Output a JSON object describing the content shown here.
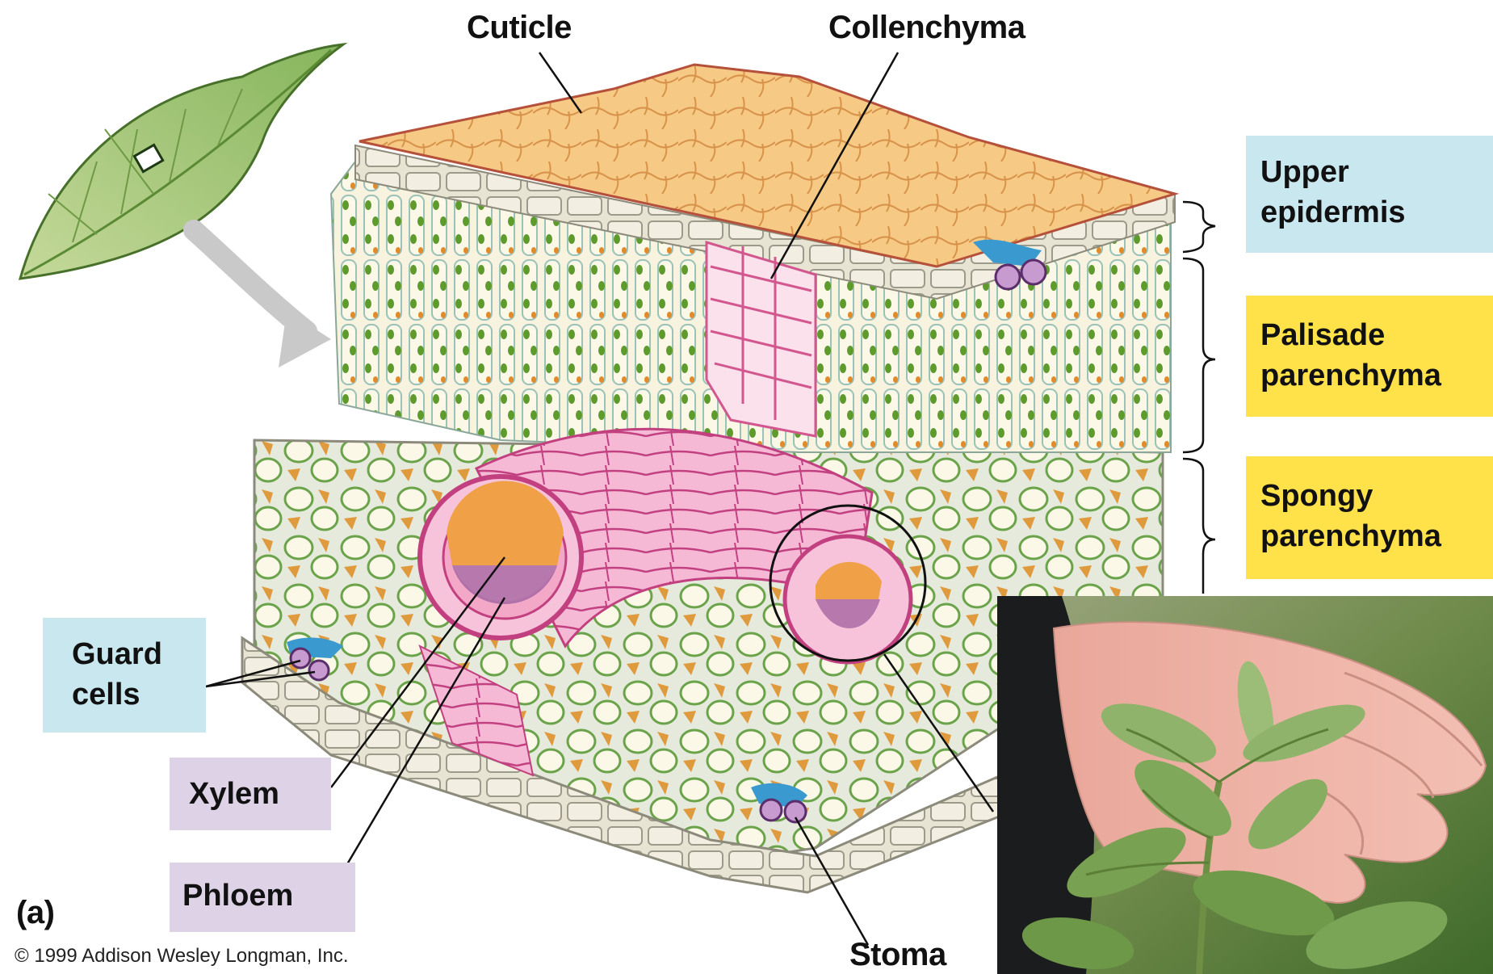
{
  "labels": {
    "cuticle": "Cuticle",
    "collenchyma": "Collenchyma",
    "upper_epidermis": [
      "Upper",
      "epidermis"
    ],
    "palisade_parenchyma": [
      "Palisade",
      "parenchyma"
    ],
    "spongy_parenchyma": [
      "Spongy",
      "parenchyma"
    ],
    "guard_cells": [
      "Guard",
      "cells"
    ],
    "xylem": "Xylem",
    "phloem": "Phloem",
    "stoma": "Stoma",
    "panel_letter": "(a)"
  },
  "copyright": "© 1999 Addison Wesley Longman, Inc.",
  "colors": {
    "label_blue": "#c9e7ef",
    "label_yellow": "#ffe14a",
    "label_lilac": "#ddd2e6",
    "cuticle_tan": "#f3c27a",
    "vascular_pink": "#e27bb0",
    "mesophyll_green": "#5f9a2c",
    "spongy_orange": "#e09a3e"
  }
}
